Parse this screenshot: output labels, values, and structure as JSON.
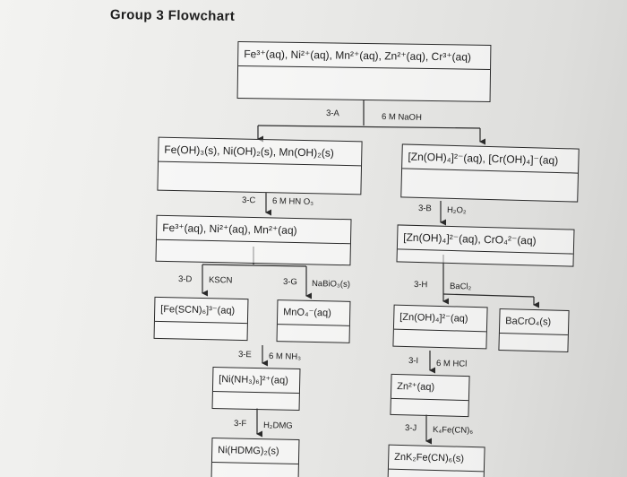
{
  "title": "Group 3 Flowchart",
  "nodes": {
    "top": "Fe³⁺(aq), Ni²⁺(aq), Mn²⁺(aq), Zn²⁺(aq), Cr³⁺(aq)",
    "left1": "Fe(OH)₃(s), Ni(OH)₂(s), Mn(OH)₂(s)",
    "right1": "[Zn(OH)₄]²⁻(aq), [Cr(OH)₄]⁻(aq)",
    "left2": "Fe³⁺(aq), Ni²⁺(aq), Mn²⁺(aq)",
    "right2": "[Zn(OH)₄]²⁻(aq), CrO₄²⁻(aq)",
    "fe_scn": "[Fe(SCN)₆]³⁻(aq)",
    "mno4": "MnO₄⁻(aq)",
    "zn_oh": "[Zn(OH)₄]²⁻(aq)",
    "bacro4": "BaCrO₄(s)",
    "ni_nh3": "[Ni(NH₃)₆]²⁺(aq)",
    "zn2": "Zn²⁺(aq)",
    "ni_hdmg": "Ni(HDMG)₂(s)",
    "znk2": "ZnK₂Fe(CN)₆(s)"
  },
  "steps": {
    "s3a": {
      "id": "3-A",
      "reagent": "6 M NaOH"
    },
    "s3b": {
      "id": "3-B",
      "reagent": "H₂O₂"
    },
    "s3c": {
      "id": "3-C",
      "reagent": "6 M HN O₃"
    },
    "s3d": {
      "id": "3-D",
      "reagent": "KSCN"
    },
    "s3g": {
      "id": "3-G",
      "reagent": "NaBiO₃(s)"
    },
    "s3h": {
      "id": "3-H",
      "reagent": "BaCl₂"
    },
    "s3e": {
      "id": "3-E",
      "reagent": "6 M NH₃"
    },
    "s3i": {
      "id": "3-I",
      "reagent": "6 M HCl"
    },
    "s3f": {
      "id": "3-F",
      "reagent": "H₂DMG"
    },
    "s3j": {
      "id": "3-J",
      "reagent": "K₄Fe(CN)₆"
    }
  }
}
